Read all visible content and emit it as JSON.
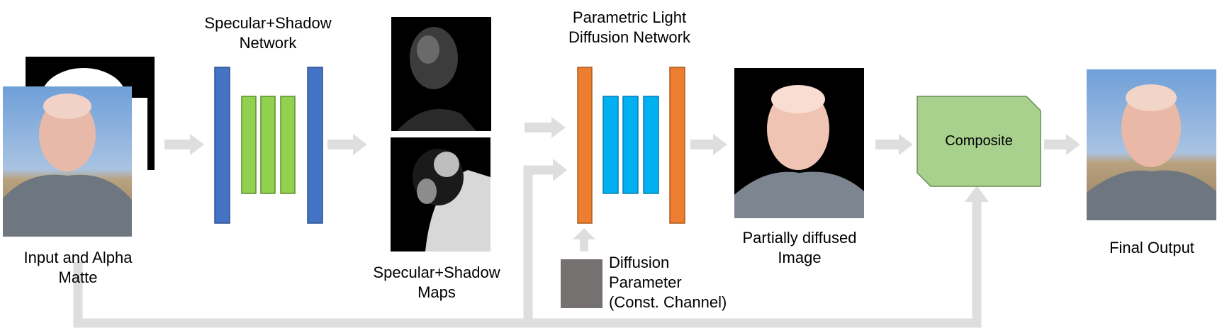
{
  "labels": {
    "input": "Input and Alpha\nMatte",
    "network1": "Specular+Shadow\nNetwork",
    "maps": "Specular+Shadow\nMaps",
    "network2": "Parametric Light\nDiffusion Network",
    "diffusion_param": "Diffusion\nParameter\n(Const. Channel)",
    "partial": "Partially diffused\nImage",
    "composite": "Composite",
    "final": "Final Output"
  },
  "colors": {
    "encoder_blue": "#4472C4",
    "middle_green": "#92D050",
    "decoder_orange": "#ED7D31",
    "middle_cyan": "#00B0F0",
    "composite_fill": "#A9D18E",
    "arrow_gray": "#DEDEDE",
    "param_gray": "#767171"
  }
}
